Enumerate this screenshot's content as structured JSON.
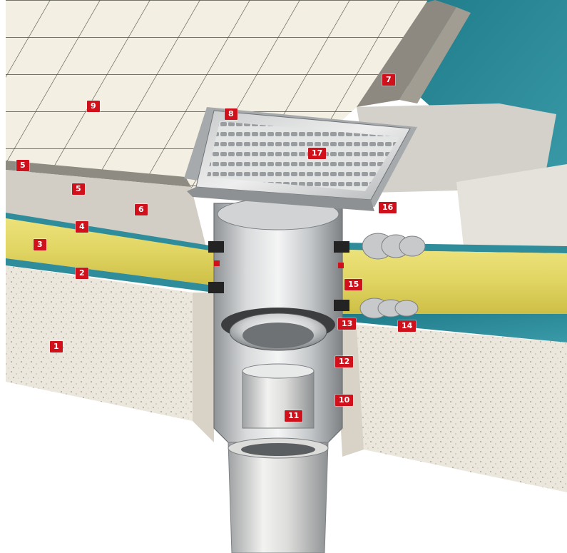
{
  "colors": {
    "callout_bg": "#d0101a",
    "callout_text": "#ffffff",
    "membrane": "#2e8e9c",
    "insulation": "#e2d764",
    "screed": "#d6d3cc",
    "concrete": "#ece7dd",
    "tiles": "#f2efe2",
    "steel": "#b9bbbd"
  },
  "labels": {
    "l1": "1",
    "l2": "2",
    "l3": "3",
    "l4": "4",
    "l5a": "5",
    "l5b": "5",
    "l6": "6",
    "l7": "7",
    "l8": "8",
    "l9": "9",
    "l10": "10",
    "l11": "11",
    "l12": "12",
    "l13": "13",
    "l14": "14",
    "l15": "15",
    "l16": "16",
    "l17": "17"
  }
}
